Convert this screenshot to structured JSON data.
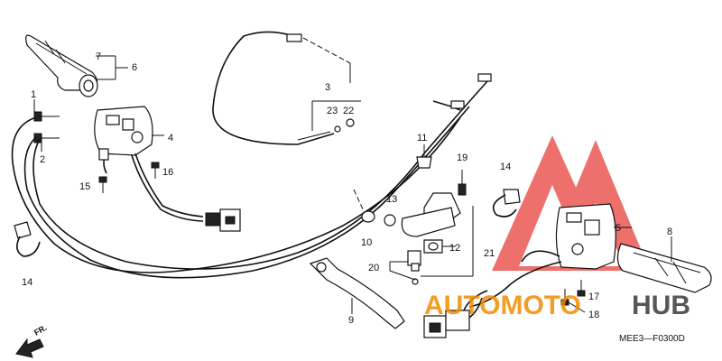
{
  "diagram": {
    "code": "MEE3—F0300D",
    "front_marker": "FR.",
    "watermark": {
      "part1": "AUTOMOTO",
      "part2": "HUB",
      "accent_color": "#f08c00",
      "logo_color": "#e8413c",
      "dark_color": "#3a3a3a"
    },
    "callouts": {
      "c1": "1",
      "c2": "2",
      "c3": "3",
      "c4": "4",
      "c5": "5",
      "c6": "6",
      "c7": "7",
      "c8": "8",
      "c9": "9",
      "c10": "10",
      "c11": "11",
      "c12": "12",
      "c13": "13",
      "c14a": "14",
      "c14b": "14",
      "c15": "15",
      "c16": "16",
      "c17": "17",
      "c18": "18",
      "c19": "19",
      "c20": "20",
      "c21": "21",
      "c22": "22",
      "c23": "23"
    }
  }
}
